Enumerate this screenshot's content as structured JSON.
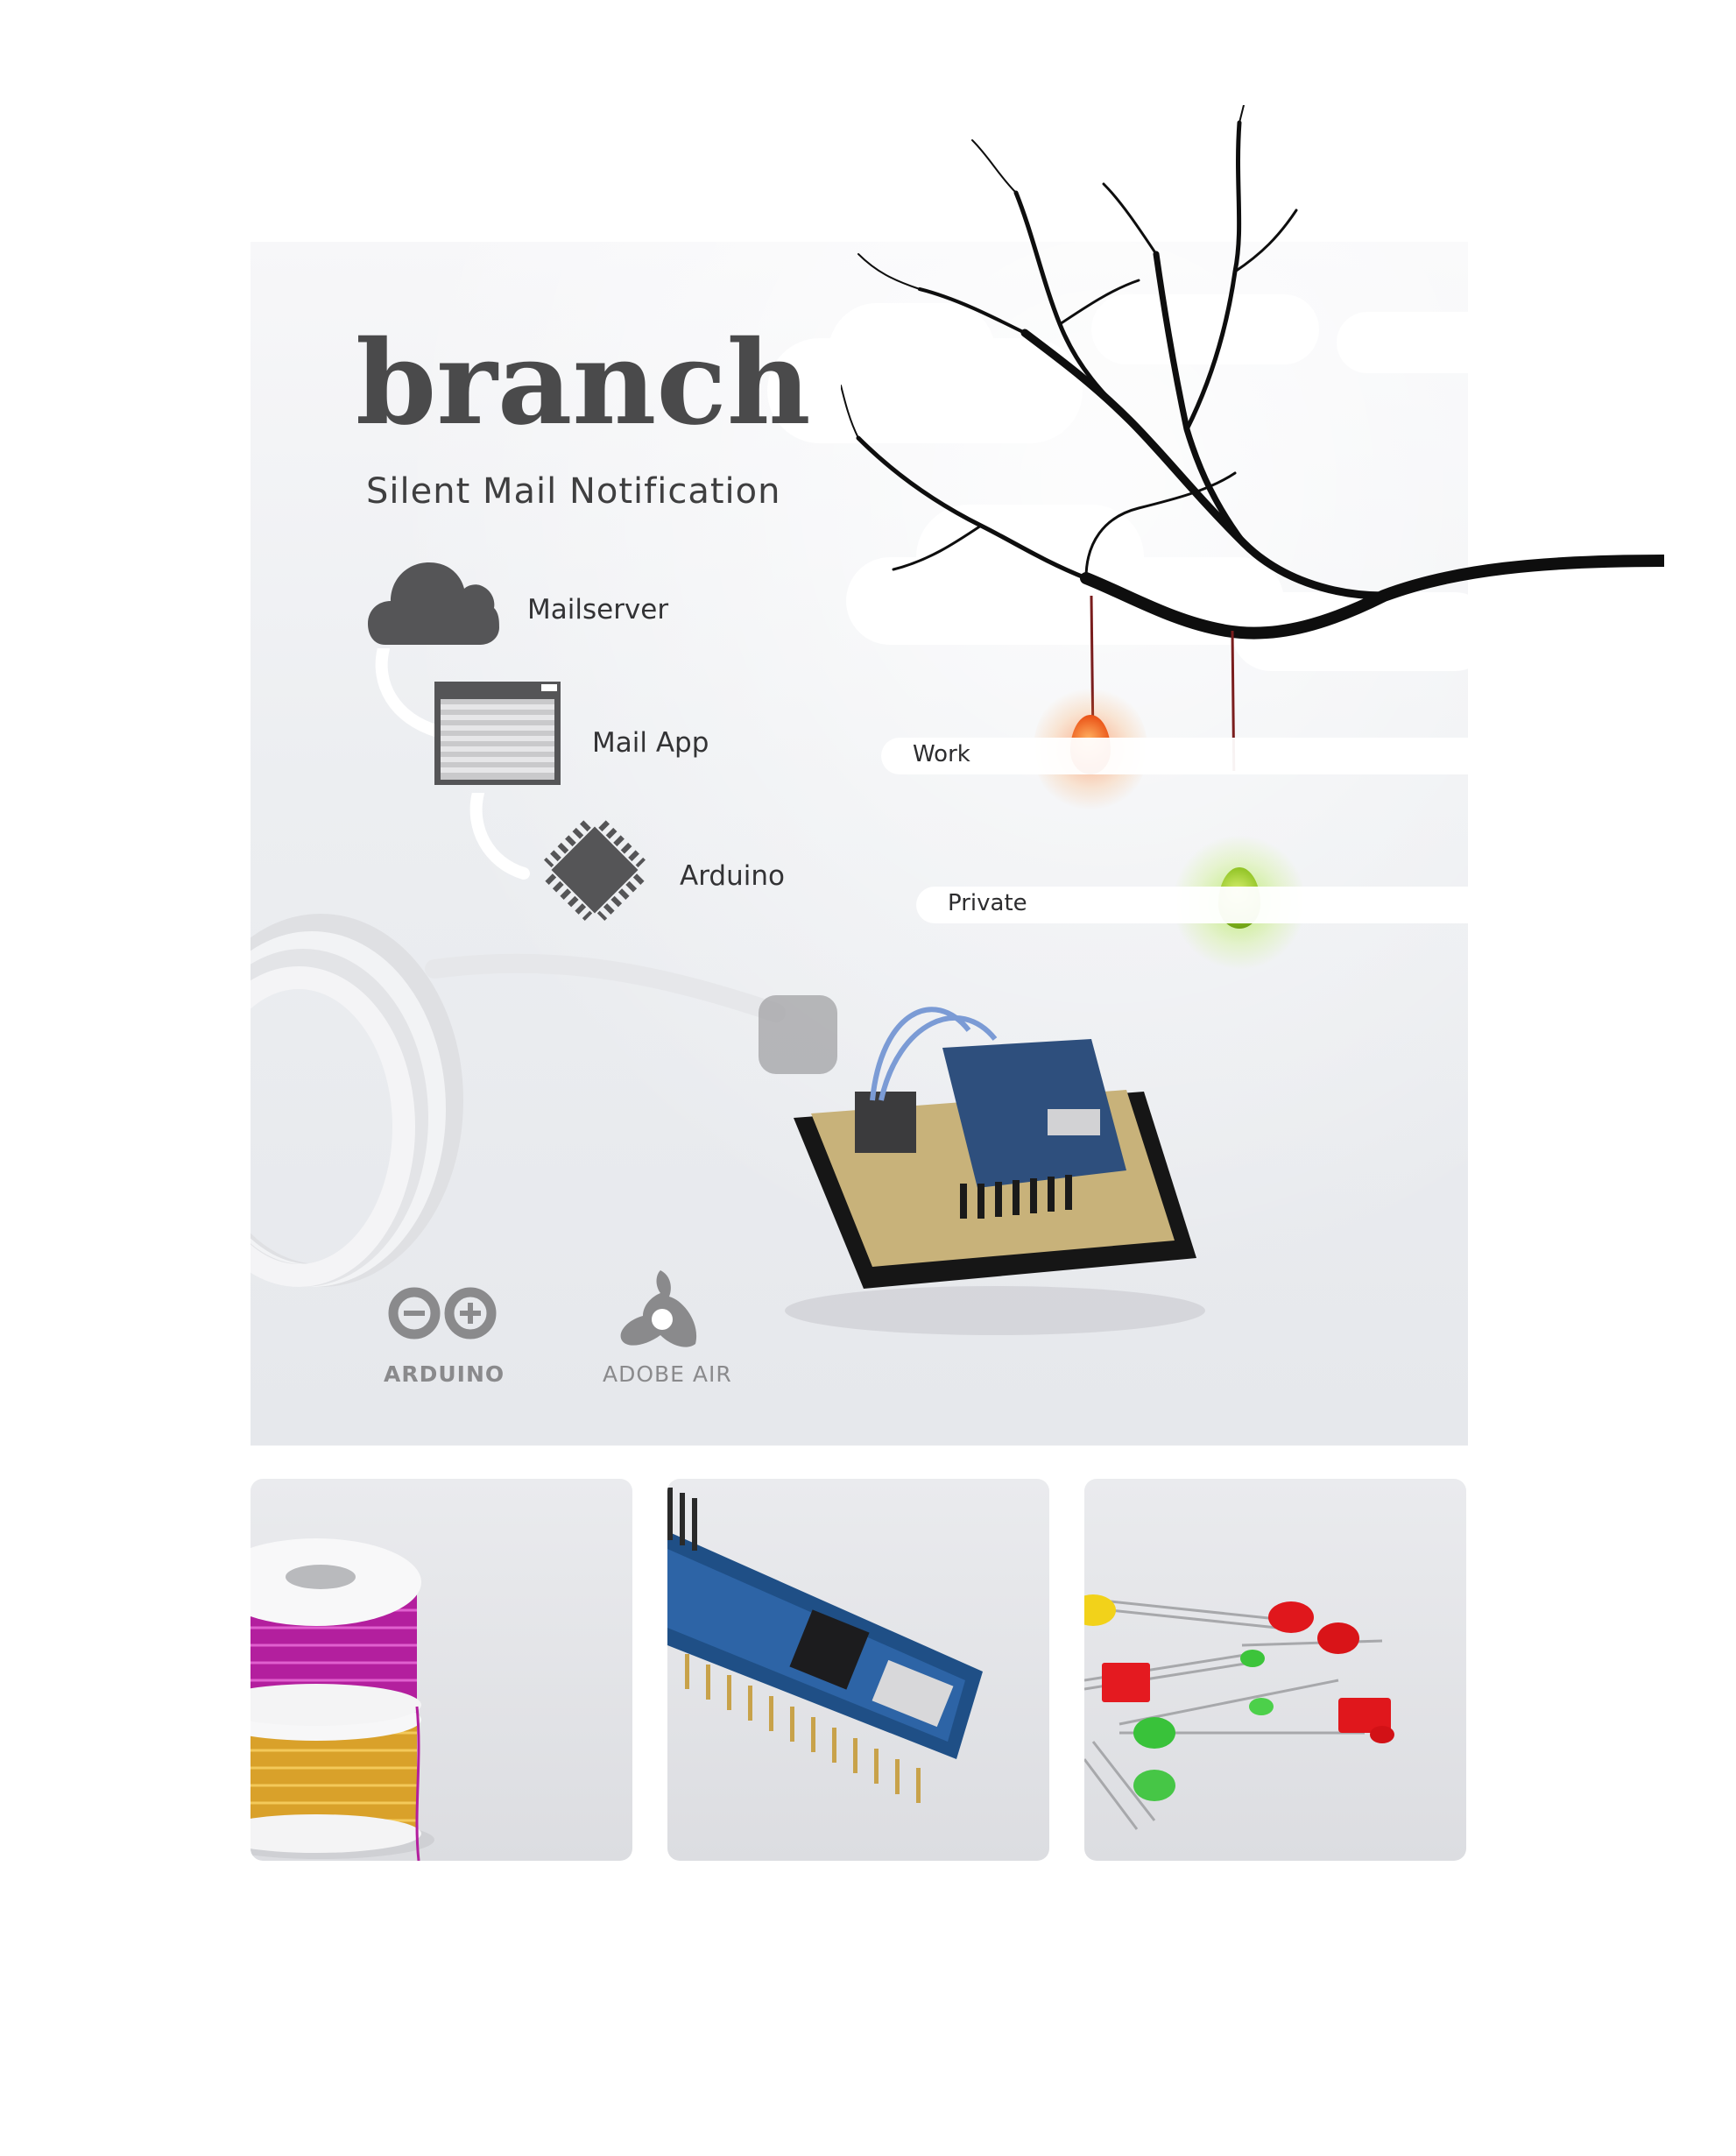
{
  "poster": {
    "title": "branch",
    "subtitle": "Silent Mail Notification"
  },
  "flow": {
    "steps": [
      {
        "label": "Mailserver",
        "icon": "cloud-icon"
      },
      {
        "label": "Mail App",
        "icon": "window-icon"
      },
      {
        "label": "Arduino",
        "icon": "chip-icon"
      }
    ]
  },
  "notifications": {
    "work": {
      "label": "Work",
      "color": "#ff5a1e"
    },
    "private": {
      "label": "Private",
      "color": "#9ad21e"
    }
  },
  "logos": {
    "arduino": {
      "text": "ARDUINO",
      "icon": "arduino-logo-icon"
    },
    "adobe_air": {
      "text": "ADOBE AIR",
      "icon": "adobe-air-logo-icon"
    }
  },
  "thumbnails": [
    {
      "subject": "wire-spools-photo"
    },
    {
      "subject": "arduino-nano-photo"
    },
    {
      "subject": "leds-photo"
    }
  ]
}
